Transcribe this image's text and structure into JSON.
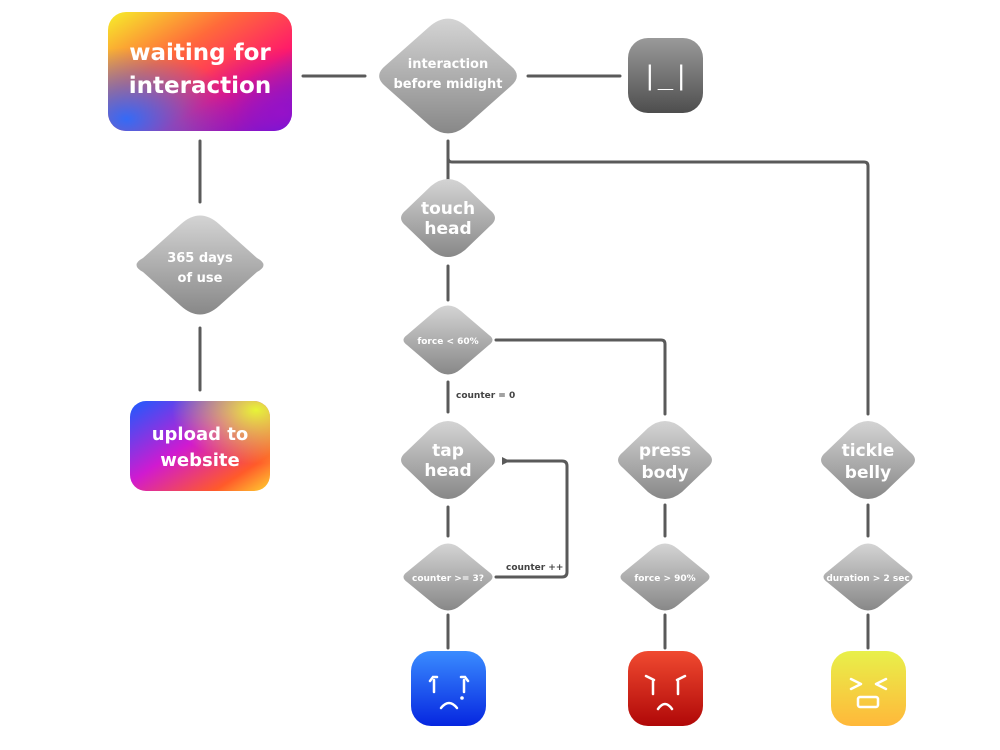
{
  "nodes": {
    "start": "waiting for interaction",
    "before_midnight": "interaction before midight",
    "days365": "365 days of use",
    "upload": "upload to website",
    "touch_head": "touch head",
    "force60": "force < 60%",
    "tap_head": "tap head",
    "counter3": "counter >= 3?",
    "press_body": "press body",
    "force90": "force > 90%",
    "tickle_belly": "tickle belly",
    "duration": "duration > 2 sec"
  },
  "edges": {
    "counter_zero": "counter = 0",
    "counter_inc": "counter ++"
  },
  "faces": {
    "neutral": "|_|",
    "sad": "sad-face-icon",
    "angry": "angry-face-icon",
    "happy": "laughing-face-icon"
  },
  "colors": {
    "connector": "#5a5a5a",
    "diamond_light": "#d2d2d2",
    "diamond_dark": "#8a8a8a",
    "sad_blue": "#0a3cff",
    "angry_red": "#c80a0a",
    "happy_yellow": "#ffd84a"
  }
}
